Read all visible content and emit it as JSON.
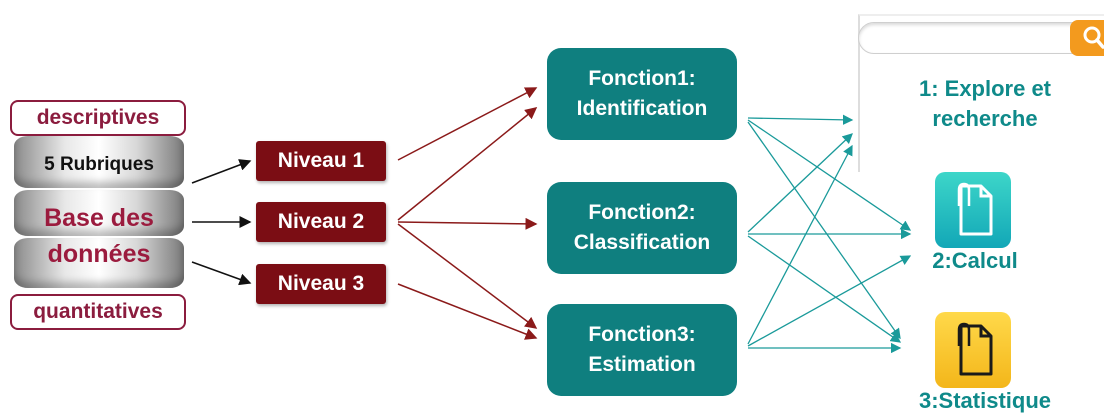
{
  "database": {
    "top_label": "descriptives",
    "rubriques": "5 Rubriques",
    "base_line1": "Base des",
    "base_line2": "données",
    "bottom_label": "quantitatives"
  },
  "niveaux": [
    {
      "label": "Niveau 1"
    },
    {
      "label": "Niveau 2"
    },
    {
      "label": "Niveau 3"
    }
  ],
  "fonctions": [
    {
      "line1": "Fonction1:",
      "line2": "Identification"
    },
    {
      "line1": "Fonction2:",
      "line2": "Classification"
    },
    {
      "line1": "Fonction3:",
      "line2": "Estimation"
    }
  ],
  "outputs": {
    "explore": {
      "line1": "1: Explore et",
      "line2": "recherche",
      "icon": "search-icon"
    },
    "calcul": {
      "label": "2:Calcul",
      "icon": "document-clip-icon"
    },
    "statistique": {
      "label": "3:Statistique",
      "icon": "document-clip-icon"
    }
  },
  "colors": {
    "niveau_bg": "#7b0d14",
    "fonction_bg": "#0f7f7f",
    "label_border": "#8b1c3e",
    "output_text": "#0f8a8a",
    "niveau_arrows": "#8b1a1a",
    "output_arrows": "#1a9a9a",
    "search_button": "#f39a1e"
  }
}
